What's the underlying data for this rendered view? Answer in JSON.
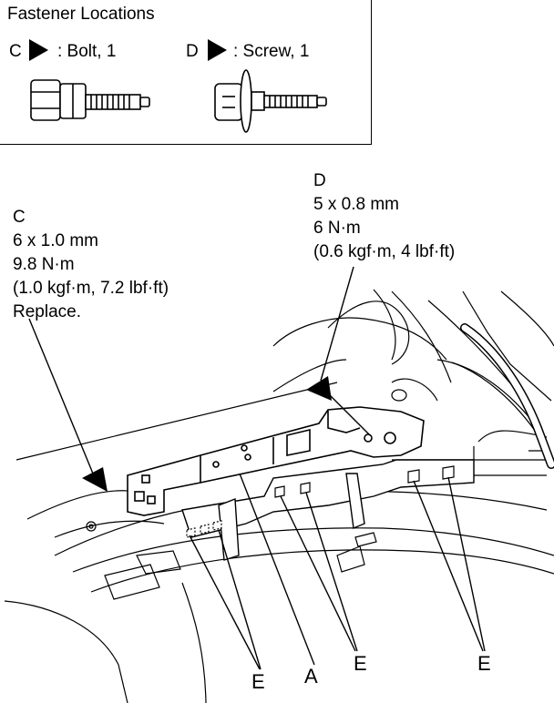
{
  "legend": {
    "title": "Fastener Locations",
    "c_letter": "C",
    "c_text": ": Bolt, 1",
    "d_letter": "D",
    "d_text": ": Screw, 1"
  },
  "callout_c": {
    "letter": "C",
    "size": "6 x 1.0 mm",
    "torque": "9.8 N·m",
    "torque_alt": "(1.0 kgf·m, 7.2 lbf·ft)",
    "note": "Replace."
  },
  "callout_d": {
    "letter": "D",
    "size": "5 x 0.8 mm",
    "torque": "6 N·m",
    "torque_alt": "(0.6 kgf·m, 4 lbf·ft)"
  },
  "part_labels": {
    "a": "A",
    "e1": "E",
    "e2": "E",
    "e3": "E"
  },
  "icons": {
    "arrow": "right-triangle-icon",
    "bolt": "flange-bolt-icon",
    "screw": "washer-screw-icon"
  }
}
